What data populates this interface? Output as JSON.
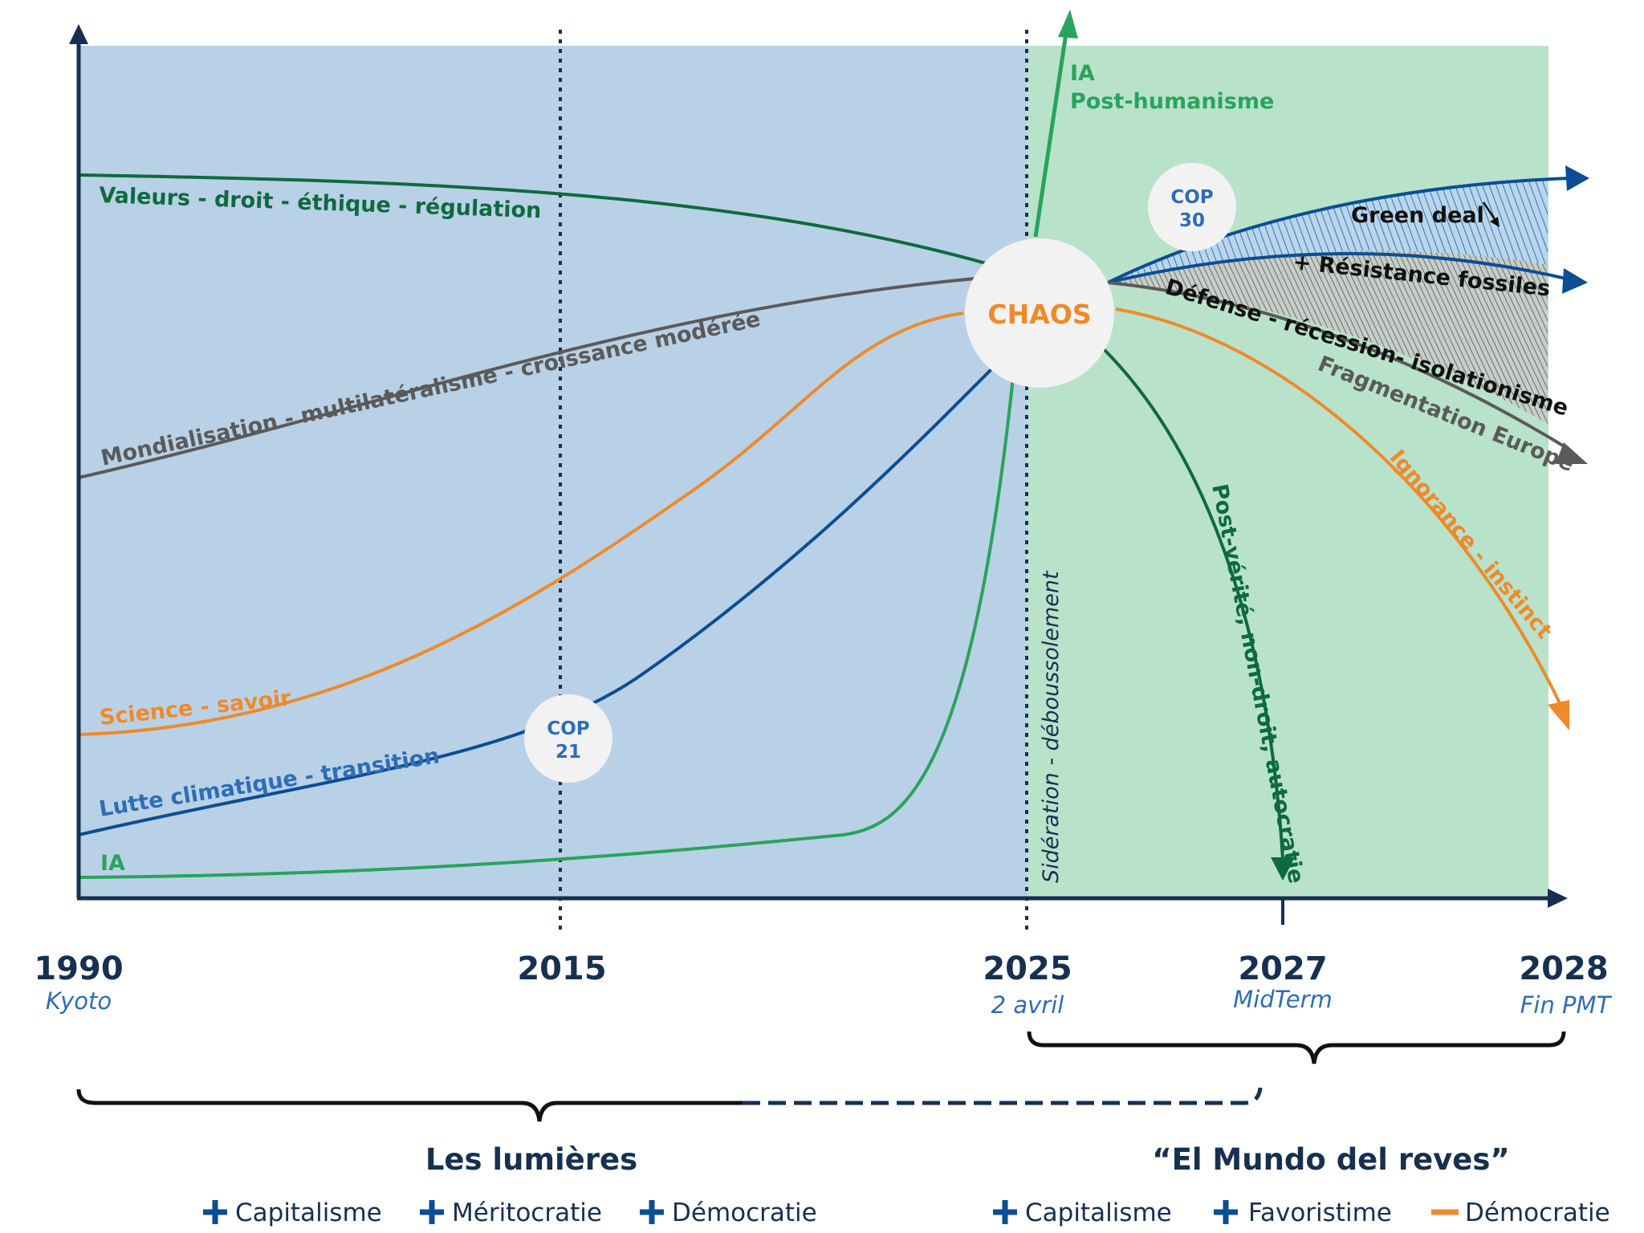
{
  "colors": {
    "blue_bg": "#b9d1e6",
    "green_bg": "#b9e2cb",
    "navy": "#17304f",
    "dark_green": "#0e6a3f",
    "green": "#2aa35c",
    "grey": "#5a5a5a",
    "orange": "#ee8a2a",
    "blue": "#0b4e93",
    "light_blue": "#2f6db5"
  },
  "curves": {
    "valeurs": "Valeurs - droit - éthique - régulation",
    "mondialisation": "Mondialisation - multilatéralisme - croissance modérée",
    "science": "Science - savoir",
    "lutte": "Lutte climatique - transition",
    "ia": "IA"
  },
  "future": {
    "ia_label": "IA",
    "post_humanisme": "Post-humanisme",
    "green_deal": "Green deal",
    "resistance": "+ Résistance fossiles",
    "defense": "Défense - récession- isolationisme",
    "fragmentation": "Fragmentation Europe",
    "ignorance": "Ignorance - instinct",
    "post_verite": "Post-vérité, non-droit, autocratie",
    "sideration": "Sidération - déboussolement"
  },
  "chaos": "CHAOS",
  "cop21": {
    "line1": "COP",
    "line2": "21"
  },
  "cop30": {
    "line1": "COP",
    "line2": "30"
  },
  "axis": [
    {
      "year": "1990",
      "note": "Kyoto"
    },
    {
      "year": "2015",
      "note": ""
    },
    {
      "year": "2025",
      "note": "2 avril"
    },
    {
      "year": "2027",
      "note": "MidTerm"
    },
    {
      "year": "2028",
      "note": "Fin PMT"
    }
  ],
  "eras": {
    "left_title": "Les lumières",
    "right_title": "“El Mundo del reves”",
    "left_items": [
      {
        "sign": "plus",
        "label": "Capitalisme"
      },
      {
        "sign": "plus",
        "label": "Méritocratie"
      },
      {
        "sign": "plus",
        "label": "Démocratie"
      }
    ],
    "right_items": [
      {
        "sign": "plus",
        "label": "Capitalisme"
      },
      {
        "sign": "plus",
        "label": "Favoristime"
      },
      {
        "sign": "minus",
        "label": "Démocratie"
      }
    ]
  }
}
